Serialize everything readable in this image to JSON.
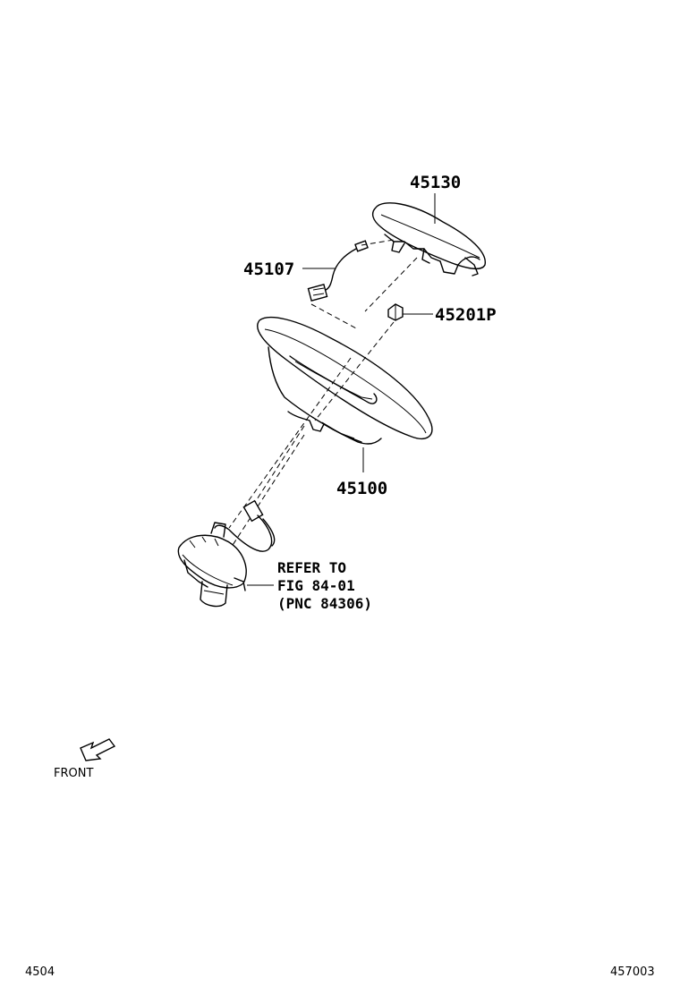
{
  "callouts": {
    "horn_pad": "45130",
    "horn_lead": "45107",
    "nut": "45201P",
    "steering_wheel": "45100",
    "refer_line1": "REFER TO",
    "refer_line2": "FIG 84-01",
    "refer_line3": "(PNC 84306)"
  },
  "front_indicator": {
    "label": "FRONT"
  },
  "footer": {
    "left_code": "4504",
    "right_code": "457003"
  }
}
